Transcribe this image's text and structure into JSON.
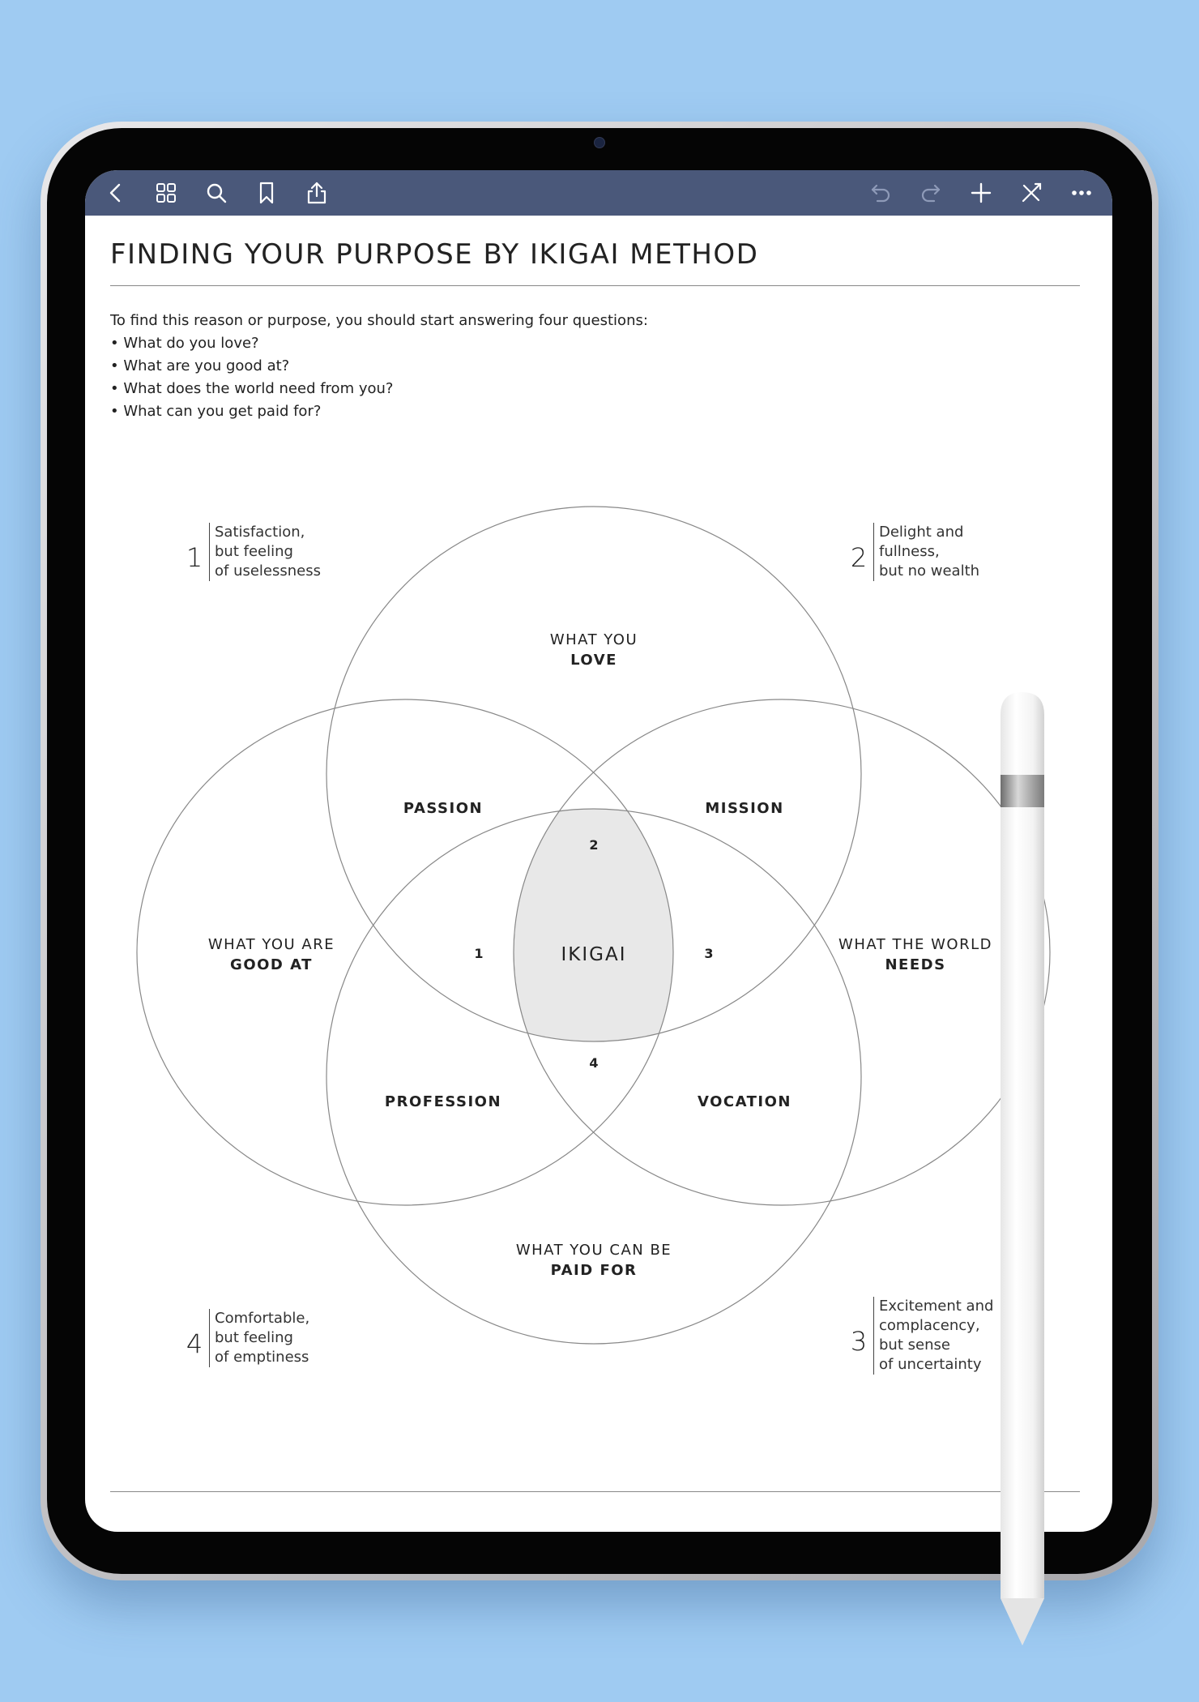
{
  "toolbar": {
    "left_icons": [
      "back-icon",
      "grid-icon",
      "search-icon",
      "bookmark-icon",
      "share-icon"
    ],
    "right_icons": [
      "undo-icon",
      "redo-icon",
      "add-icon",
      "close-pen-icon",
      "more-icon"
    ],
    "bar_color": "#4a587a"
  },
  "page": {
    "title": "FINDING YOUR PURPOSE BY IKIGAI METHOD",
    "intro": "To find this reason or purpose, you should start answering four questions:",
    "questions": [
      "• What do you love?",
      "• What are you good at?",
      "• What does the world need from you?",
      "• What can you get paid for?"
    ]
  },
  "diagram": {
    "circles": {
      "love": {
        "line1": "WHAT YOU",
        "line2": "LOVE"
      },
      "good_at": {
        "line1": "WHAT YOU ARE",
        "line2": "GOOD AT"
      },
      "world_needs": {
        "line1": "WHAT THE WORLD",
        "line2": "NEEDS"
      },
      "paid_for": {
        "line1": "WHAT YOU CAN BE",
        "line2": "PAID FOR"
      }
    },
    "overlaps": {
      "passion": "PASSION",
      "mission": "MISSION",
      "profession": "PROFESSION",
      "vocation": "VOCATION",
      "center": "IKIGAI"
    },
    "small_numbers": {
      "n1": "1",
      "n2": "2",
      "n3": "3",
      "n4": "4"
    },
    "center_fill": "#e8e8e8"
  },
  "notes": {
    "note1": {
      "num": "1",
      "lines": [
        "Satisfaction,",
        "but feeling",
        "of uselessness"
      ]
    },
    "note2": {
      "num": "2",
      "lines": [
        "Delight and",
        "fullness,",
        "but no wealth"
      ]
    },
    "note3": {
      "num": "3",
      "lines": [
        "Excitement and",
        "complacency,",
        "but sense",
        "of uncertainty"
      ]
    },
    "note4": {
      "num": "4",
      "lines": [
        "Comfortable,",
        "but feeling",
        "of emptiness"
      ]
    }
  }
}
